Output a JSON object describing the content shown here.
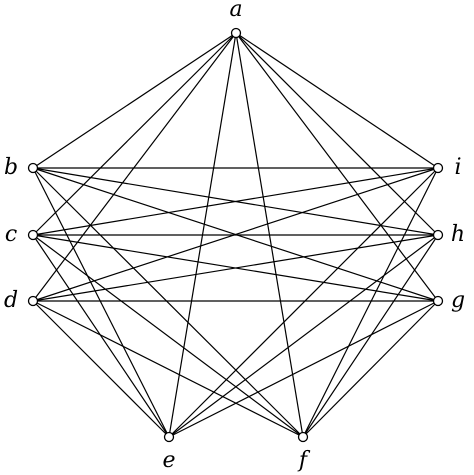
{
  "graph": {
    "vertices": [
      {
        "id": "a",
        "label": "a"
      },
      {
        "id": "b",
        "label": "b"
      },
      {
        "id": "c",
        "label": "c"
      },
      {
        "id": "d",
        "label": "d"
      },
      {
        "id": "e",
        "label": "e"
      },
      {
        "id": "f",
        "label": "f"
      },
      {
        "id": "g",
        "label": "g"
      },
      {
        "id": "h",
        "label": "h"
      },
      {
        "id": "i",
        "label": "i"
      }
    ],
    "edges": [
      [
        "a",
        "b"
      ],
      [
        "a",
        "c"
      ],
      [
        "a",
        "d"
      ],
      [
        "a",
        "e"
      ],
      [
        "a",
        "f"
      ],
      [
        "a",
        "g"
      ],
      [
        "a",
        "h"
      ],
      [
        "a",
        "i"
      ],
      [
        "b",
        "i"
      ],
      [
        "b",
        "h"
      ],
      [
        "b",
        "g"
      ],
      [
        "b",
        "e"
      ],
      [
        "b",
        "f"
      ],
      [
        "c",
        "i"
      ],
      [
        "c",
        "h"
      ],
      [
        "c",
        "g"
      ],
      [
        "c",
        "e"
      ],
      [
        "c",
        "f"
      ],
      [
        "d",
        "i"
      ],
      [
        "d",
        "h"
      ],
      [
        "d",
        "g"
      ],
      [
        "d",
        "e"
      ],
      [
        "d",
        "f"
      ],
      [
        "e",
        "i"
      ],
      [
        "e",
        "h"
      ],
      [
        "e",
        "g"
      ],
      [
        "f",
        "i"
      ],
      [
        "f",
        "h"
      ],
      [
        "f",
        "g"
      ]
    ],
    "colors": {
      "line": "#000000",
      "vertex_fill": "#ffffff",
      "background": "#ffffff"
    }
  }
}
